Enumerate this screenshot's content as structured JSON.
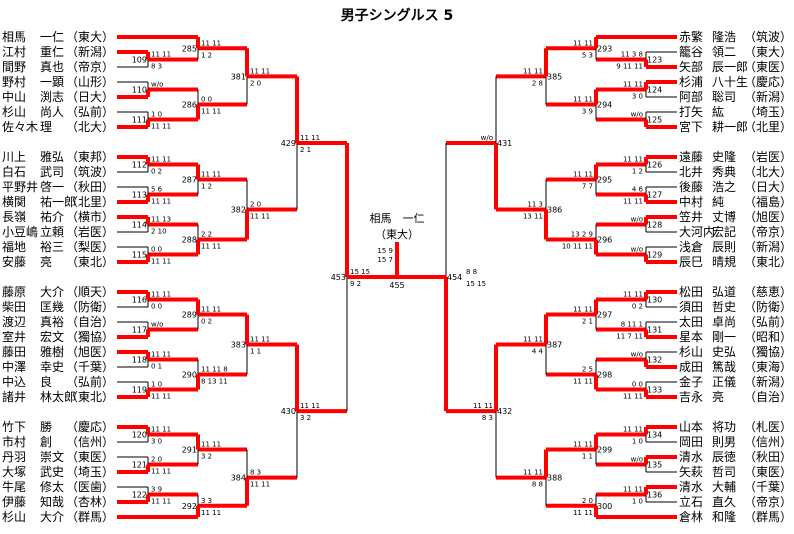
{
  "title": "男子シングルス 5",
  "champion": {
    "name": "相馬　一仁",
    "affil": "（東大）"
  },
  "colors": {
    "win": "#ff0000",
    "line": "#000000"
  },
  "left_players": [
    [
      "相馬",
      "一仁",
      "東大"
    ],
    [
      "江村",
      "重仁",
      "新潟"
    ],
    [
      "間野",
      "真也",
      "帝京"
    ],
    [
      "野村",
      "一顕",
      "山形"
    ],
    [
      "中山",
      "渕志",
      "日大"
    ],
    [
      "杉山",
      "尚人",
      "弘前"
    ],
    [
      "佐々木",
      "理",
      "北大"
    ],
    [
      "川上",
      "雅弘",
      "東邦"
    ],
    [
      "白石",
      "武司",
      "筑波"
    ],
    [
      "平野井",
      "啓一",
      "秋田"
    ],
    [
      "横関",
      "祐一郎",
      "北里"
    ],
    [
      "長嶺",
      "祐介",
      "横市"
    ],
    [
      "小豆嶋",
      "立頼",
      "岩医"
    ],
    [
      "福地",
      "裕三",
      "梨医"
    ],
    [
      "安藤",
      "亮",
      "東北"
    ],
    [
      "藤原",
      "大介",
      "順天"
    ],
    [
      "柴田",
      "匡幾",
      "防衛"
    ],
    [
      "渡辺",
      "真裕",
      "自治"
    ],
    [
      "室井",
      "宏文",
      "獨協"
    ],
    [
      "藤田",
      "雅樹",
      "旭医"
    ],
    [
      "中澤",
      "幸史",
      "千葉"
    ],
    [
      "中込",
      "良",
      "弘前"
    ],
    [
      "諸井",
      "林太郎",
      "東北"
    ],
    [
      "竹下",
      "勝",
      "慶応"
    ],
    [
      "市村",
      "創",
      "信州"
    ],
    [
      "丹羽",
      "崇文",
      "東医"
    ],
    [
      "大塚",
      "武史",
      "埼玉"
    ],
    [
      "牛尾",
      "修太",
      "医歯"
    ],
    [
      "伊藤",
      "知哉",
      "杏林"
    ],
    [
      "杉山",
      "大介",
      "群馬"
    ]
  ],
  "right_players": [
    [
      "赤繁",
      "隆浩",
      "筑波"
    ],
    [
      "籠谷",
      "領二",
      "東大"
    ],
    [
      "矢部",
      "辰一郎",
      "東医"
    ],
    [
      "杉浦",
      "八十生",
      "慶応"
    ],
    [
      "阿部",
      "聡司",
      "新潟"
    ],
    [
      "打矢",
      "紘",
      "埼玉"
    ],
    [
      "宮下",
      "耕一郎",
      "北里"
    ],
    [
      "遠藤",
      "史隆",
      "岩医"
    ],
    [
      "北井",
      "秀典",
      "北大"
    ],
    [
      "後藤",
      "浩之",
      "日大"
    ],
    [
      "中村",
      "純",
      "福島"
    ],
    [
      "笠井",
      "丈博",
      "旭医"
    ],
    [
      "大河内",
      "宏記",
      "帝京"
    ],
    [
      "浅倉",
      "辰則",
      "新潟"
    ],
    [
      "辰巳",
      "晴規",
      "東北"
    ],
    [
      "松田",
      "弘道",
      "慈恵"
    ],
    [
      "須田",
      "哲史",
      "防衛"
    ],
    [
      "太田",
      "卓尚",
      "弘前"
    ],
    [
      "星本",
      "剛一",
      "昭和"
    ],
    [
      "杉山",
      "史弘",
      "獨協"
    ],
    [
      "成田",
      "篤哉",
      "東海"
    ],
    [
      "金子",
      "正儀",
      "新潟"
    ],
    [
      "吉永",
      "亮",
      "自治"
    ],
    [
      "山本",
      "将功",
      "札医"
    ],
    [
      "岡田",
      "則男",
      "信州"
    ],
    [
      "清水",
      "辰徳",
      "秋田"
    ],
    [
      "矢萩",
      "哲司",
      "東医"
    ],
    [
      "清水",
      "大輔",
      "千葉"
    ],
    [
      "立石",
      "直久",
      "帝京"
    ],
    [
      "倉林",
      "和隆",
      "群馬"
    ]
  ],
  "left_tree": {
    "id": "453",
    "w": "top",
    "s": [
      "15 15",
      "9 2"
    ],
    "top": {
      "id": "429",
      "w": "top",
      "s": [
        "11 11",
        "2 1"
      ],
      "top": {
        "id": "381",
        "w": "top",
        "s": [
          "11 11",
          "2 0"
        ],
        "top": {
          "id": "285",
          "w": "top",
          "s": [
            "11 11",
            "1 2"
          ],
          "top": {
            "p": 0
          },
          "bottom": {
            "id": "109",
            "w": "top",
            "s": [
              "11 11",
              "8 3"
            ],
            "top": {
              "p": 1
            },
            "bottom": {
              "p": 2
            }
          }
        },
        "bottom": {
          "id": "286",
          "w": "bottom",
          "s": [
            "0 0",
            "11 11"
          ],
          "top": {
            "id": "110",
            "w": "bottom",
            "s": [
              "w/o",
              ""
            ],
            "top": {
              "p": 3
            },
            "bottom": {
              "p": 4
            }
          },
          "bottom": {
            "id": "111",
            "w": "bottom",
            "s": [
              "1 0",
              "11 11"
            ],
            "top": {
              "p": 5
            },
            "bottom": {
              "p": 6
            }
          }
        }
      },
      "bottom": {
        "id": "382",
        "w": "bottom",
        "s": [
          "2 0",
          "11 11"
        ],
        "top": {
          "id": "287",
          "w": "top",
          "s": [
            "11 11",
            "1 2"
          ],
          "top": {
            "id": "112",
            "w": "top",
            "s": [
              "11 11",
              "0 2"
            ],
            "top": {
              "p": 7
            },
            "bottom": {
              "p": 8
            }
          },
          "bottom": {
            "id": "113",
            "w": "bottom",
            "s": [
              "5 6",
              "11 11"
            ],
            "top": {
              "p": 9
            },
            "bottom": {
              "p": 10
            }
          }
        },
        "bottom": {
          "id": "288",
          "w": "bottom",
          "s": [
            "2 2",
            "11 11"
          ],
          "top": {
            "id": "114",
            "w": "top",
            "s": [
              "11 13",
              "2 10"
            ],
            "top": {
              "p": 11
            },
            "bottom": {
              "p": 12
            }
          },
          "bottom": {
            "id": "115",
            "w": "bottom",
            "s": [
              "0 0",
              "11 11"
            ],
            "top": {
              "p": 13
            },
            "bottom": {
              "p": 14
            }
          }
        }
      }
    },
    "bottom": {
      "id": "430",
      "w": "top",
      "s": [
        "11 11",
        "3 2"
      ],
      "top": {
        "id": "383",
        "w": "top",
        "s": [
          "11 11",
          "1 1"
        ],
        "top": {
          "id": "289",
          "w": "top",
          "s": [
            "11 11",
            "0 2"
          ],
          "top": {
            "id": "116",
            "w": "top",
            "s": [
              "11 11",
              "0 0"
            ],
            "top": {
              "p": 15
            },
            "bottom": {
              "p": 16
            }
          },
          "bottom": {
            "id": "117",
            "w": "bottom",
            "s": [
              "w/o",
              ""
            ],
            "top": {
              "p": 17
            },
            "bottom": {
              "p": 18
            }
          }
        },
        "bottom": {
          "id": "290",
          "w": "bottom",
          "s": [
            "11 11 8",
            "8 13 11"
          ],
          "top": {
            "id": "118",
            "w": "top",
            "s": [
              "11 11",
              "0 1"
            ],
            "top": {
              "p": 19
            },
            "bottom": {
              "p": 20
            }
          },
          "bottom": {
            "id": "119",
            "w": "bottom",
            "s": [
              "1 0",
              "11 11"
            ],
            "top": {
              "p": 21
            },
            "bottom": {
              "p": 22
            }
          }
        }
      },
      "bottom": {
        "id": "384",
        "w": "bottom",
        "s": [
          "8 3",
          "11 11"
        ],
        "top": {
          "id": "291",
          "w": "top",
          "s": [
            "11 11",
            "3 2"
          ],
          "top": {
            "id": "120",
            "w": "top",
            "s": [
              "11 11",
              "3 0"
            ],
            "top": {
              "p": 23
            },
            "bottom": {
              "p": 24
            }
          },
          "bottom": {
            "id": "121",
            "w": "bottom",
            "s": [
              "2 0",
              "11 11"
            ],
            "top": {
              "p": 25
            },
            "bottom": {
              "p": 26
            }
          }
        },
        "bottom": {
          "id": "292",
          "w": "bottom",
          "s": [
            "3 3",
            "11 11"
          ],
          "top": {
            "id": "122",
            "w": "bottom",
            "s": [
              "3 9",
              "11 11"
            ],
            "top": {
              "p": 27
            },
            "bottom": {
              "p": 28
            }
          },
          "bottom": {
            "p": 29
          }
        }
      }
    }
  },
  "right_tree": {
    "id": "454",
    "w": "bottom",
    "s": [
      "8 8",
      "15 15"
    ],
    "top": {
      "id": "431",
      "w": "bottom",
      "s": [
        "w/o",
        ""
      ],
      "top": {
        "id": "385",
        "w": "top",
        "s": [
          "11 11",
          "2 8"
        ],
        "top": {
          "id": "293",
          "w": "top",
          "s": [
            "11 11",
            "5 3"
          ],
          "top": {
            "p": 0
          },
          "bottom": {
            "id": "123",
            "w": "bottom",
            "s": [
              "11 3 8",
              "9 11 11"
            ],
            "top": {
              "p": 1
            },
            "bottom": {
              "p": 2
            }
          }
        },
        "bottom": {
          "id": "294",
          "w": "top",
          "s": [
            "11 11",
            "3 9"
          ],
          "top": {
            "id": "124",
            "w": "top",
            "s": [
              "11 11",
              "3 0"
            ],
            "top": {
              "p": 3
            },
            "bottom": {
              "p": 4
            }
          },
          "bottom": {
            "id": "125",
            "w": "bottom",
            "s": [
              "w/o",
              ""
            ],
            "top": {
              "p": 5
            },
            "bottom": {
              "p": 6
            }
          }
        }
      },
      "bottom": {
        "id": "386",
        "w": "bottom",
        "s": [
          "11 3",
          "13 11"
        ],
        "top": {
          "id": "295",
          "w": "top",
          "s": [
            "11 11",
            "7 7"
          ],
          "top": {
            "id": "126",
            "w": "top",
            "s": [
              "11 11",
              "1 2"
            ],
            "top": {
              "p": 7
            },
            "bottom": {
              "p": 8
            }
          },
          "bottom": {
            "id": "127",
            "w": "bottom",
            "s": [
              "4 6",
              "11 11"
            ],
            "top": {
              "p": 9
            },
            "bottom": {
              "p": 10
            }
          }
        },
        "bottom": {
          "id": "296",
          "w": "bottom",
          "s": [
            "13 2 9",
            "10 11 11"
          ],
          "top": {
            "id": "128",
            "w": "top",
            "s": [
              "w/o",
              ""
            ],
            "top": {
              "p": 11
            },
            "bottom": {
              "p": 12
            }
          },
          "bottom": {
            "id": "129",
            "w": "bottom",
            "s": [
              "w/o",
              ""
            ],
            "top": {
              "p": 13
            },
            "bottom": {
              "p": 14
            }
          }
        }
      }
    },
    "bottom": {
      "id": "432",
      "w": "top",
      "s": [
        "11 11",
        "8 3"
      ],
      "top": {
        "id": "387",
        "w": "top",
        "s": [
          "11 11",
          "4 4"
        ],
        "top": {
          "id": "297",
          "w": "top",
          "s": [
            "11 11",
            "2 1"
          ],
          "top": {
            "id": "130",
            "w": "top",
            "s": [
              "11 11",
              "0 2"
            ],
            "top": {
              "p": 15
            },
            "bottom": {
              "p": 16
            }
          },
          "bottom": {
            "id": "131",
            "w": "bottom",
            "s": [
              "8 11 1",
              "11 7 11"
            ],
            "top": {
              "p": 17
            },
            "bottom": {
              "p": 18
            }
          }
        },
        "bottom": {
          "id": "298",
          "w": "bottom",
          "s": [
            "2 5",
            "11 11"
          ],
          "top": {
            "id": "132",
            "w": "bottom",
            "s": [
              "w/o",
              ""
            ],
            "top": {
              "p": 19
            },
            "bottom": {
              "p": 20
            }
          },
          "bottom": {
            "id": "133",
            "w": "bottom",
            "s": [
              "0 0",
              "11 11"
            ],
            "top": {
              "p": 21
            },
            "bottom": {
              "p": 22
            }
          }
        }
      },
      "bottom": {
        "id": "388",
        "w": "top",
        "s": [
          "11 11",
          "8 8"
        ],
        "top": {
          "id": "299",
          "w": "top",
          "s": [
            "11 11",
            "1 1"
          ],
          "top": {
            "id": "134",
            "w": "top",
            "s": [
              "11 11",
              "1 0"
            ],
            "top": {
              "p": 23
            },
            "bottom": {
              "p": 24
            }
          },
          "bottom": {
            "id": "135",
            "w": "top",
            "s": [
              "w/o",
              ""
            ],
            "top": {
              "p": 25
            },
            "bottom": {
              "p": 26
            }
          }
        },
        "bottom": {
          "id": "300",
          "w": "bottom",
          "s": [
            "2 0",
            "11 11"
          ],
          "top": {
            "id": "136",
            "w": "top",
            "s": [
              "11 11",
              "1 0"
            ],
            "top": {
              "p": 27
            },
            "bottom": {
              "p": 28
            }
          },
          "bottom": {
            "p": 29
          }
        }
      }
    }
  },
  "final": {
    "id": "455",
    "w": "top",
    "s": [
      "15 9",
      "15 7"
    ]
  }
}
